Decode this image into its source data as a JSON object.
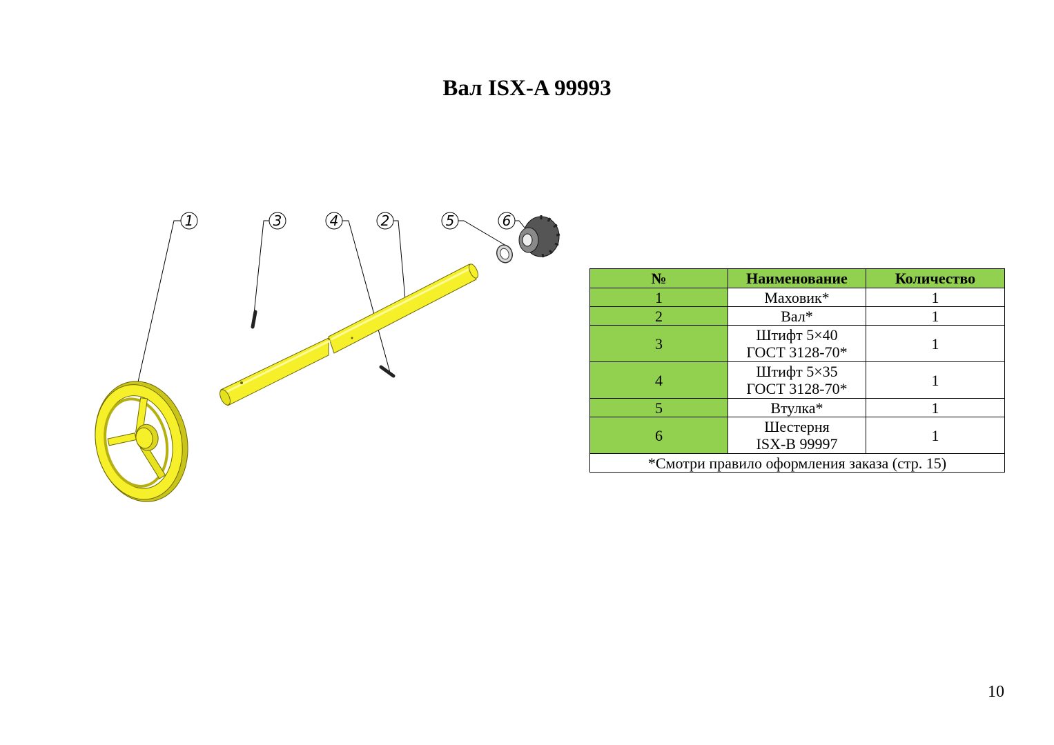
{
  "title": "Вал ISX-A 99993",
  "callouts": [
    "1",
    "3",
    "4",
    "2",
    "5",
    "6"
  ],
  "table": {
    "headers": [
      "№",
      "Наименование",
      "Количество"
    ],
    "rows": [
      {
        "num": "1",
        "name_lines": [
          "Маховик*"
        ],
        "qty": "1"
      },
      {
        "num": "2",
        "name_lines": [
          "Вал*"
        ],
        "qty": "1"
      },
      {
        "num": "3",
        "name_lines": [
          "Штифт 5×40",
          "ГОСТ 3128-70*"
        ],
        "qty": "1"
      },
      {
        "num": "4",
        "name_lines": [
          "Штифт 5×35",
          "ГОСТ 3128-70*"
        ],
        "qty": "1"
      },
      {
        "num": "5",
        "name_lines": [
          "Втулка*"
        ],
        "qty": "1"
      },
      {
        "num": "6",
        "name_lines": [
          "Шестерня",
          "ISX-B 99997"
        ],
        "qty": "1"
      }
    ],
    "footnote": "*Смотри правило оформления заказа (стр. 15)"
  },
  "page_number": "10",
  "colors": {
    "part_yellow": "#f5f02a",
    "header_green": "#92d050"
  }
}
